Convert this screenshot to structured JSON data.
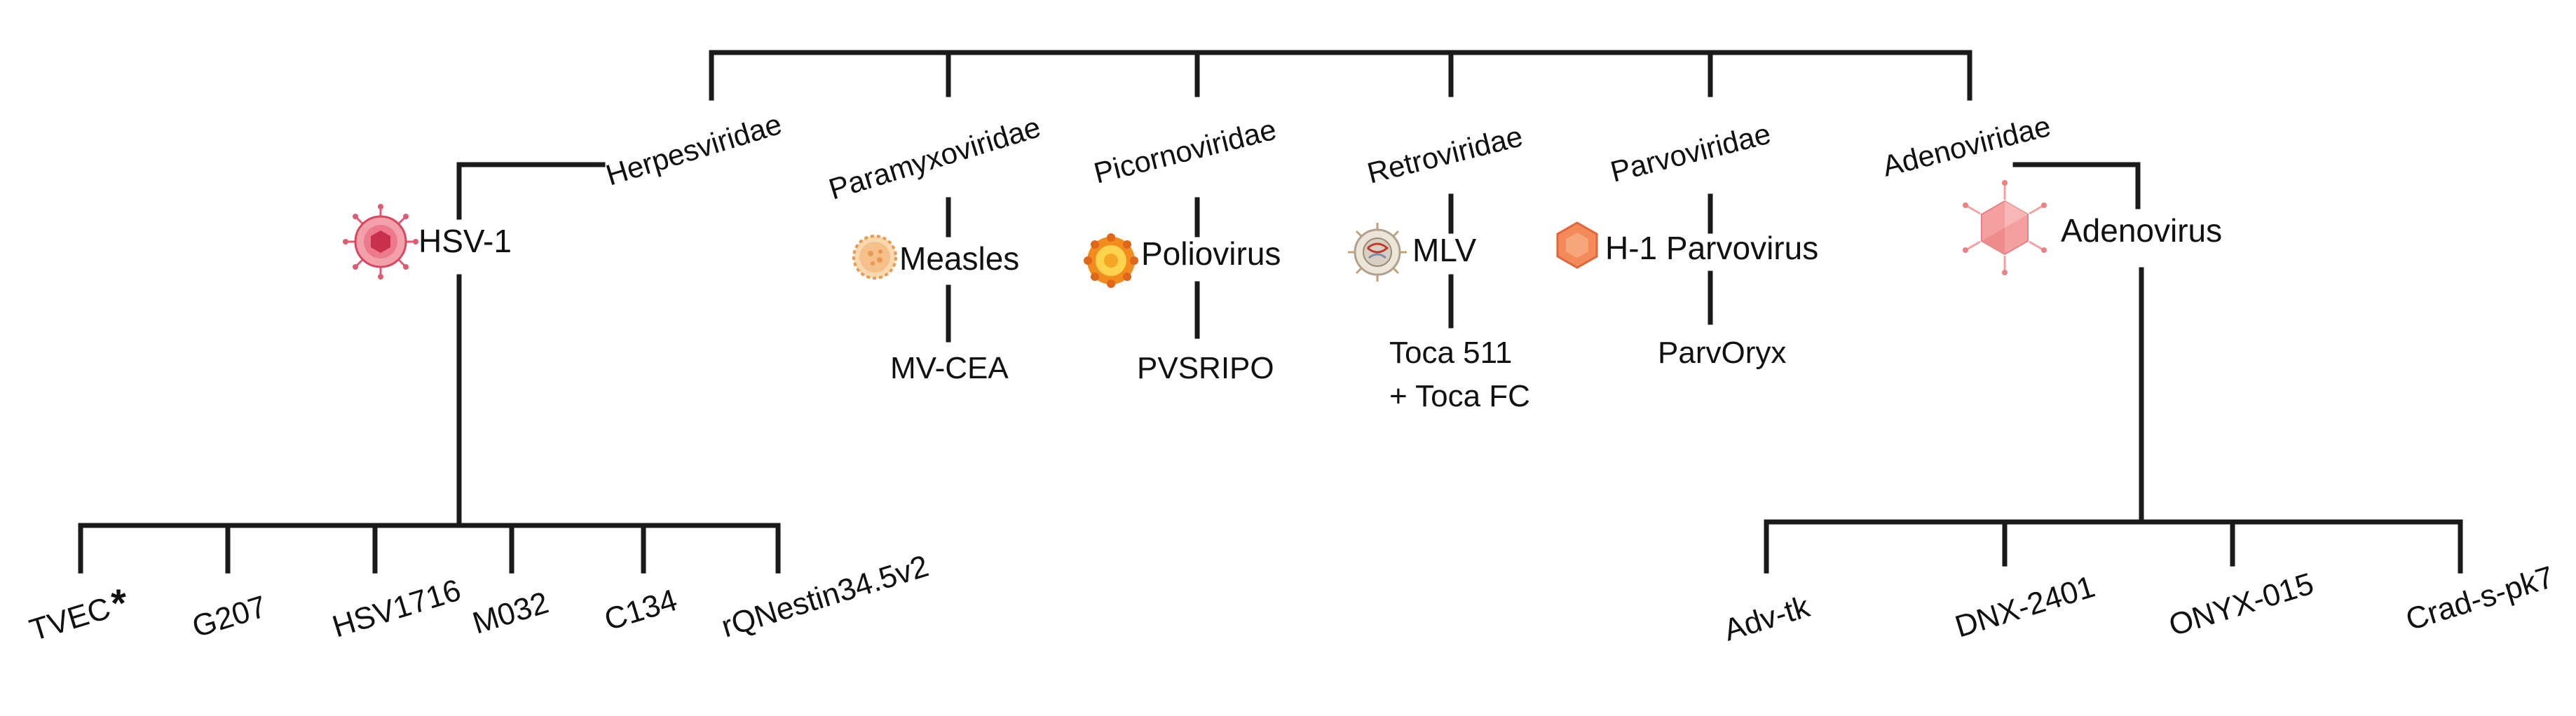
{
  "families": {
    "herpes": "Herpesviridae",
    "paramyxo": "Paramyxoviridae",
    "picorna": "Picornoviridae",
    "retro": "Retroviridae",
    "parvo": "Parvoviridae",
    "adeno": "Adenoviridae"
  },
  "viruses": {
    "hsv1": "HSV-1",
    "measles": "Measles",
    "polio": "Poliovirus",
    "mlv": "MLV",
    "parvo": "H-1 Parvovirus",
    "adeno": "Adenovirus"
  },
  "strains": {
    "mvcea": "MV-CEA",
    "pvsripo": "PVSRIPO",
    "toca_line1": "Toca 511",
    "toca_line2": "+ Toca FC",
    "parvoryx": "ParvOryx"
  },
  "hsv_leaves": [
    "TVEC",
    "G207",
    "HSV1716",
    "M032",
    "C134",
    "rQNestin34.5v2"
  ],
  "hsv_leaf_marker": "*",
  "adeno_leaves": [
    "Adv-tk",
    "DNX-2401",
    "ONYX-015",
    "Crad-s-pk7"
  ],
  "icons": {
    "hsv1": {
      "name": "hsv-virus-icon",
      "color": "#e05a70"
    },
    "measles": {
      "name": "measles-virus-icon",
      "color": "#f0a860"
    },
    "polio": {
      "name": "poliovirus-icon",
      "color": "#f28c1e"
    },
    "mlv": {
      "name": "mlv-virus-icon",
      "color": "#b0a090"
    },
    "parvo": {
      "name": "parvovirus-icon",
      "color": "#f28a5a"
    },
    "adeno": {
      "name": "adenovirus-icon",
      "color": "#f5a0a0"
    }
  }
}
